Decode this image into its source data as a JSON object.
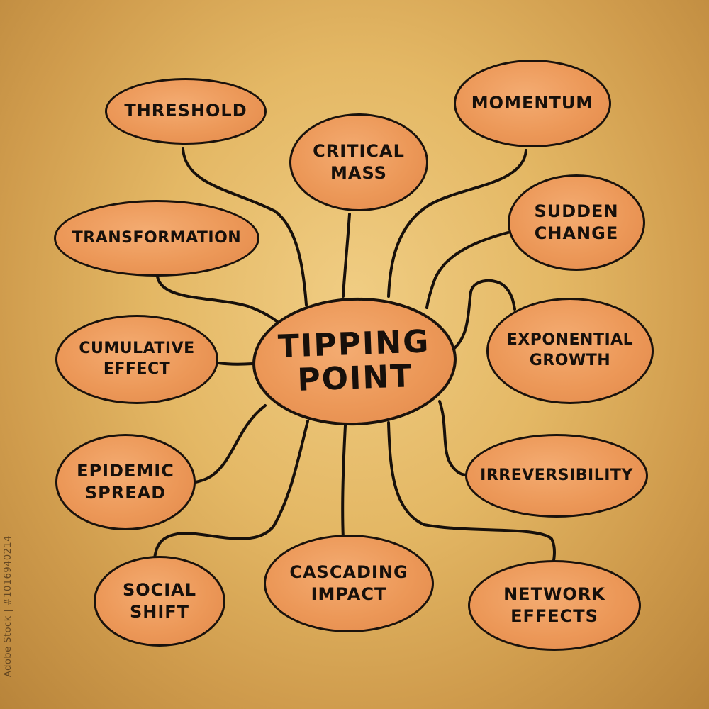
{
  "diagram": {
    "center": {
      "lines": [
        "TIPPING",
        "POINT"
      ]
    },
    "nodes": [
      {
        "id": "threshold",
        "lines": [
          "THRESHOLD"
        ]
      },
      {
        "id": "critical-mass",
        "lines": [
          "CRITICAL",
          "MASS"
        ]
      },
      {
        "id": "momentum",
        "lines": [
          "MOMENTUM"
        ]
      },
      {
        "id": "sudden-change",
        "lines": [
          "SUDDEN",
          "CHANGE"
        ]
      },
      {
        "id": "transformation",
        "lines": [
          "TRANSFORMATION"
        ]
      },
      {
        "id": "exponential-growth",
        "lines": [
          "EXPONENTIAL",
          "GROWTH"
        ]
      },
      {
        "id": "cumulative-effect",
        "lines": [
          "CUMULATIVE",
          "EFFECT"
        ]
      },
      {
        "id": "irreversibility",
        "lines": [
          "IRREVERSIBILITY"
        ]
      },
      {
        "id": "epidemic-spread",
        "lines": [
          "EPIDEMIC",
          "SPREAD"
        ]
      },
      {
        "id": "social-shift",
        "lines": [
          "SOCIAL",
          "SHIFT"
        ]
      },
      {
        "id": "cascading-impact",
        "lines": [
          "CASCADING",
          "IMPACT"
        ]
      },
      {
        "id": "network-effects",
        "lines": [
          "NETWORK",
          "EFFECTS"
        ]
      }
    ]
  },
  "watermark": "Adobe Stock | #1016940214",
  "colors": {
    "background": "#e4b865",
    "node_fill": "#ec9858",
    "ink": "#17100b"
  }
}
